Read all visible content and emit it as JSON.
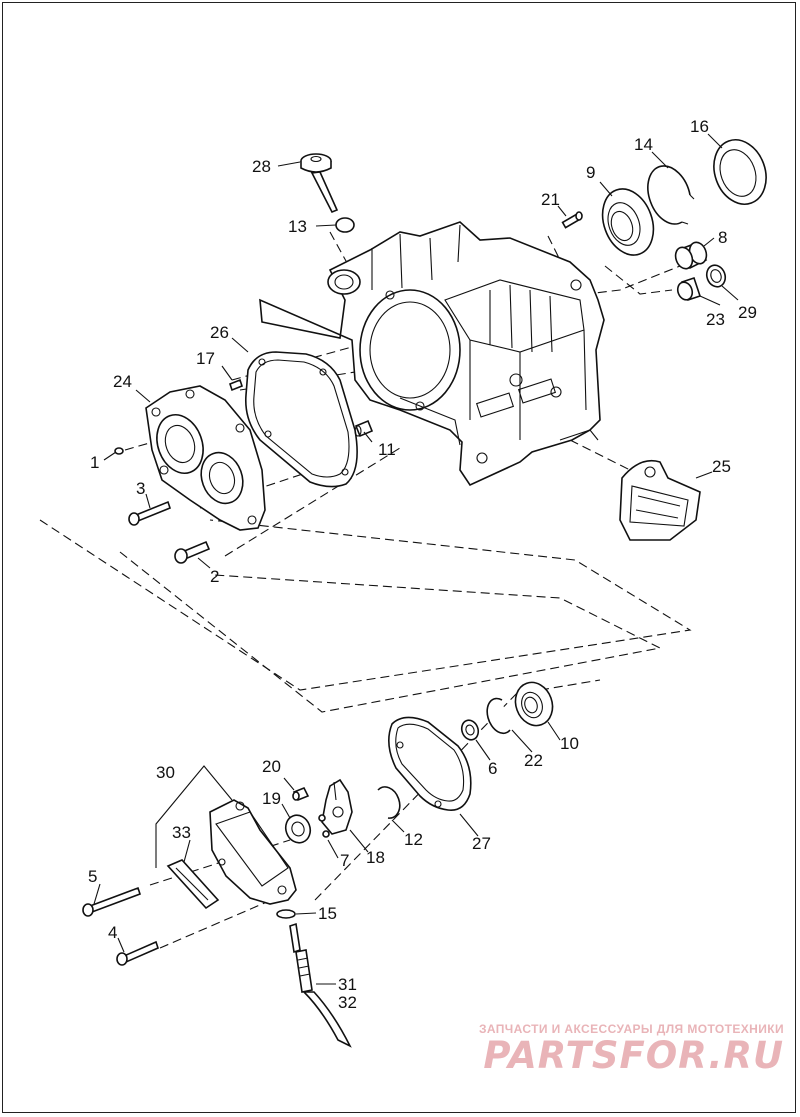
{
  "diagram": {
    "callouts": [
      "1",
      "2",
      "3",
      "4",
      "5",
      "6",
      "7",
      "8",
      "9",
      "10",
      "11",
      "12",
      "13",
      "14",
      "15",
      "16",
      "17",
      "18",
      "19",
      "20",
      "21",
      "22",
      "23",
      "24",
      "25",
      "26",
      "27",
      "28",
      "29",
      "30",
      "31",
      "32",
      "33"
    ]
  },
  "watermark": {
    "tagline": "ЗАПЧАСТИ И АКСЕССУАРЫ ДЛЯ МОТОТЕХНИКИ",
    "logo": "PARTSFOR.RU",
    "color": "#e9b4b8"
  }
}
